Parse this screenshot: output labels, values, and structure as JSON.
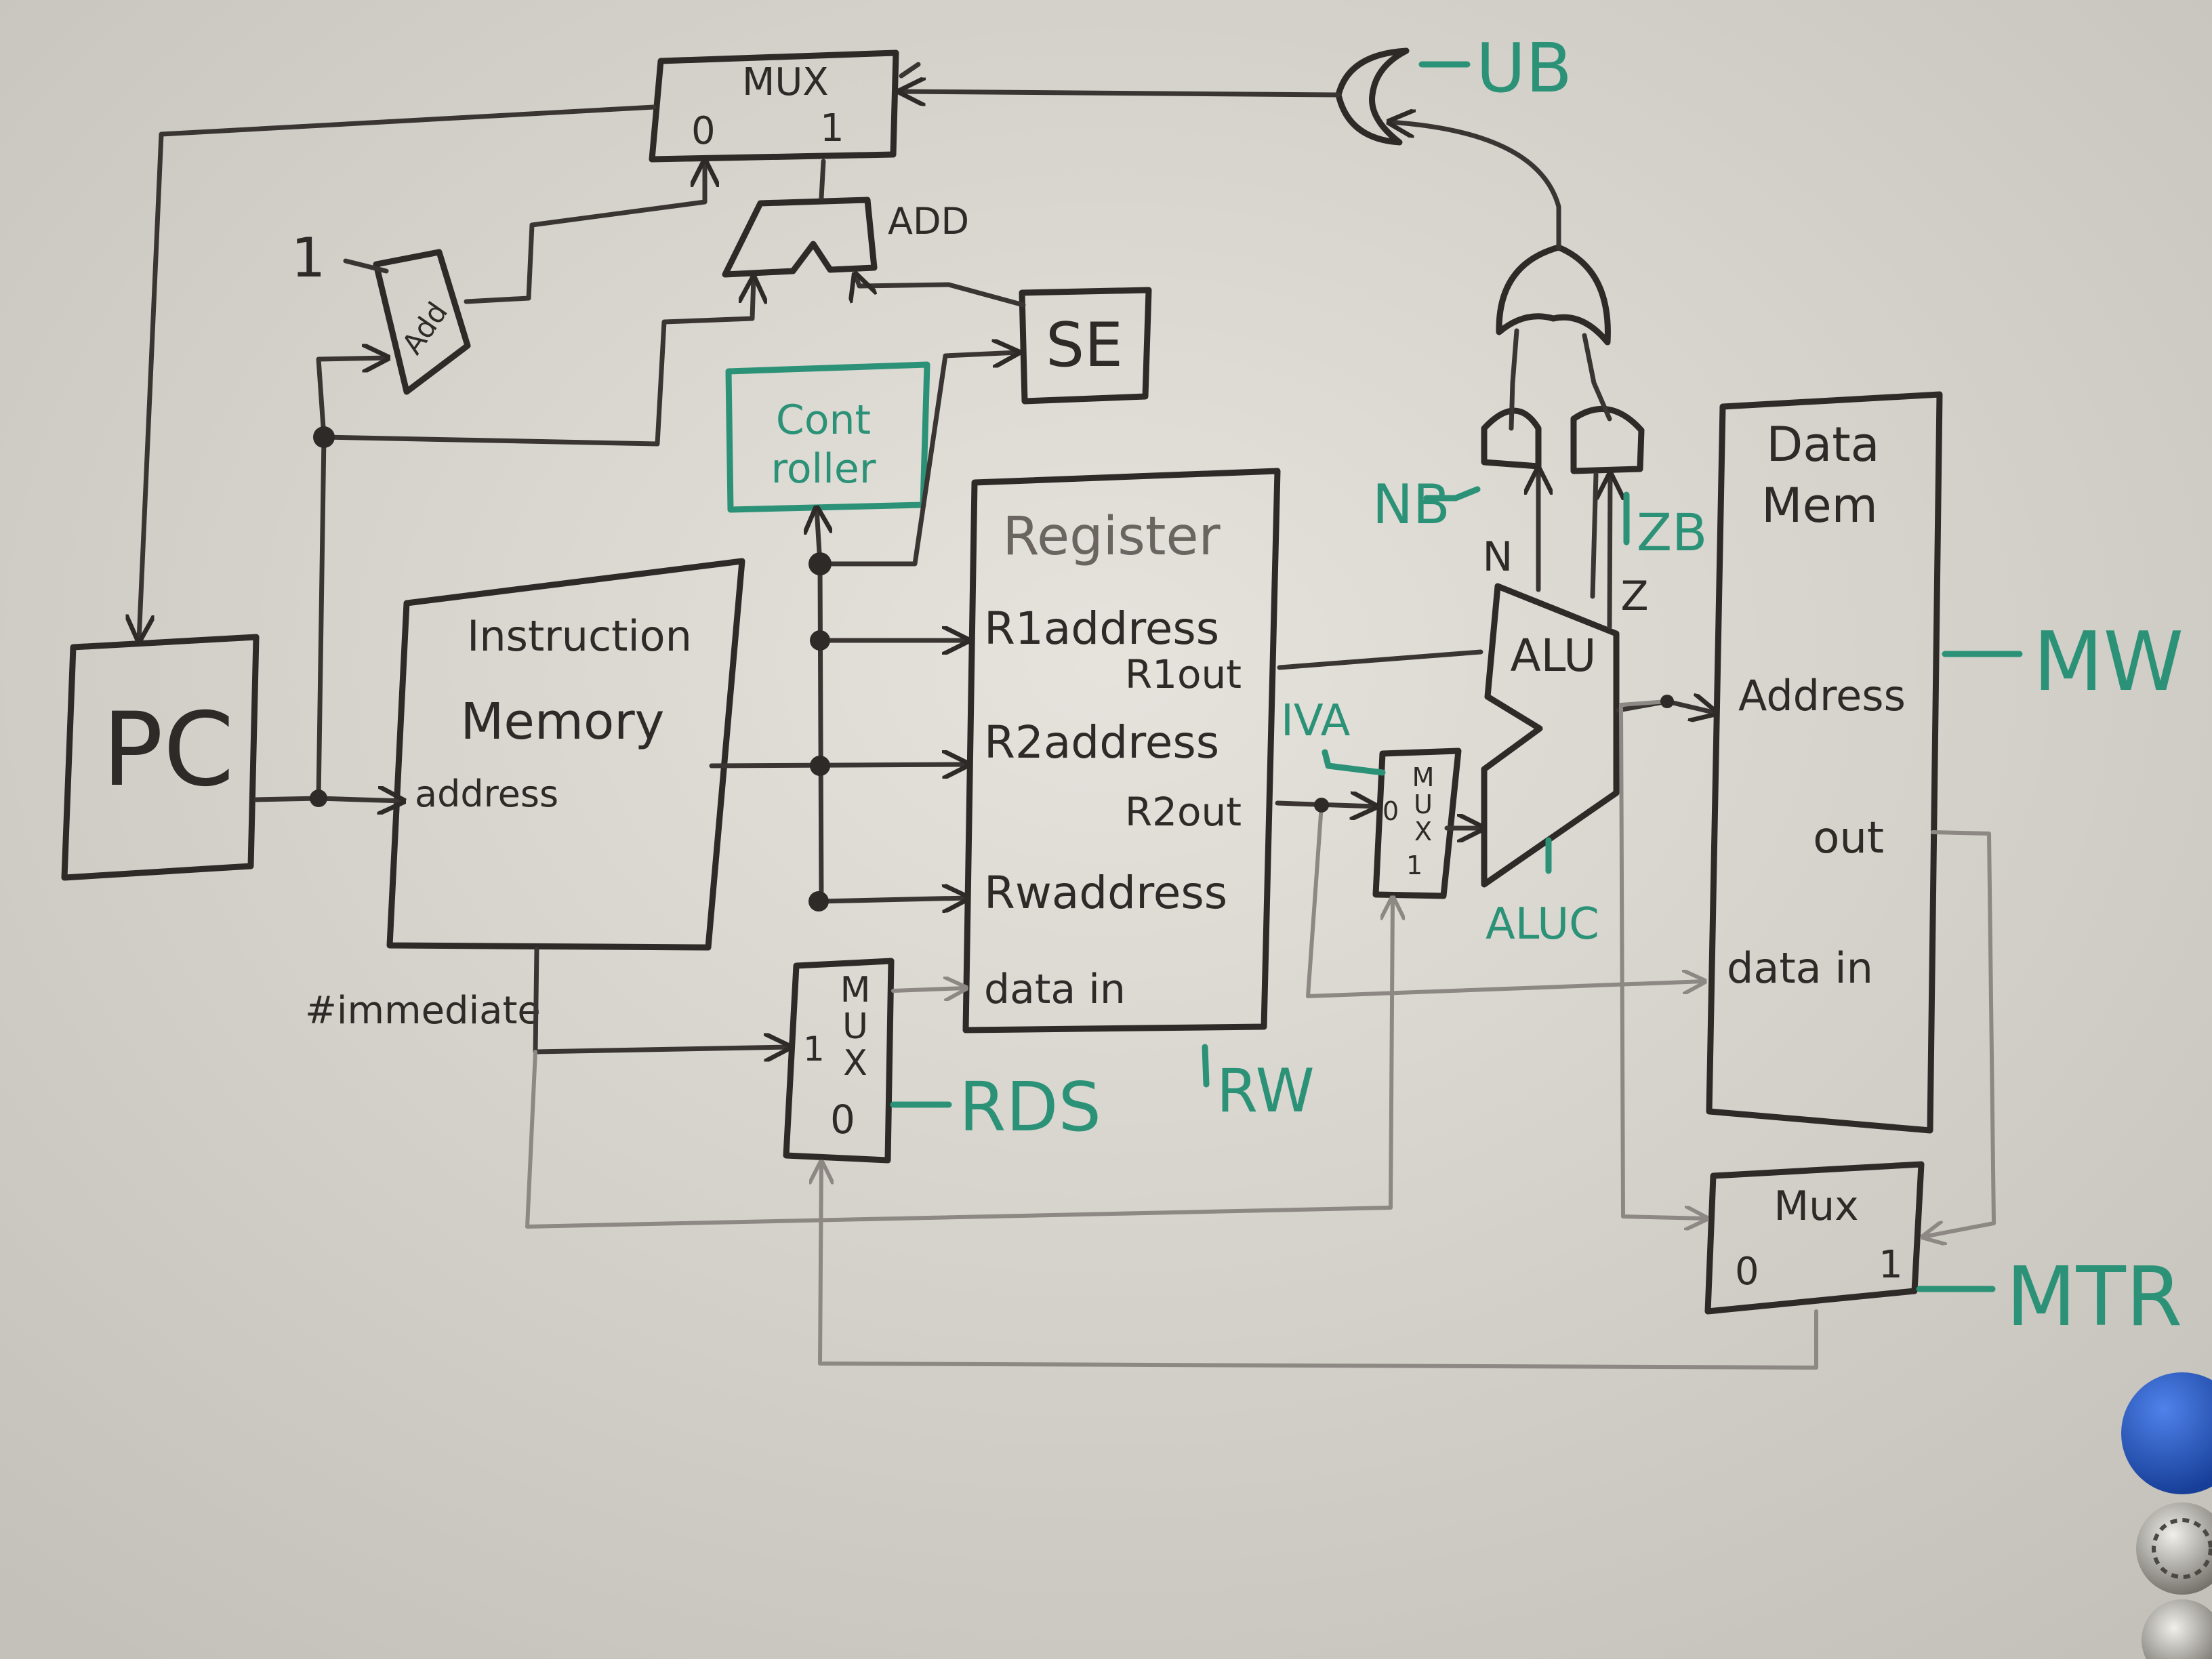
{
  "colors": {
    "board": "#d9d6d0",
    "ink": "#2e2a27",
    "green_marker": "#2c9277",
    "gray_ink": "#8d8883",
    "magnet_blue": "#1d4fb8"
  },
  "blocks": {
    "pc": "PC",
    "instruction_memory": [
      "Instruction",
      "Memory",
      "address"
    ],
    "immediate_label": "#immediate",
    "controller": [
      "Cont",
      "roller"
    ],
    "se": "SE",
    "adder_pc": "Add",
    "adder_pc_input": "1",
    "adder_branch": "ADD",
    "register_title": "Register",
    "register_ports": {
      "r1": "R1address",
      "r2": "R2address",
      "rw": "Rwaddress",
      "datain": "data in",
      "r1out": "R1out",
      "r2out": "R2out"
    },
    "alu": "ALU",
    "alu_flags": {
      "n": "N",
      "z": "Z"
    },
    "data_mem": {
      "title": [
        "Data",
        "Mem"
      ],
      "address": "Address",
      "out": "out",
      "datain": "data in"
    },
    "mux_top": {
      "label": "MUX",
      "in0": "0",
      "in1": "1"
    },
    "mux_reg": {
      "label": [
        "M",
        "U",
        "X"
      ],
      "in1": "1",
      "in0": "0"
    },
    "mux_alu": {
      "label": [
        "M",
        "U",
        "X"
      ],
      "in0": "0",
      "in1": "1"
    },
    "mux_mem": {
      "label": "Mux",
      "in0": "0",
      "in1": "1"
    }
  },
  "signals": {
    "ub": "UB",
    "nb": "NB",
    "zb": "ZB",
    "mw": "MW",
    "mtr": "MTR",
    "rds": "RDS",
    "rw": "RW",
    "iva": "IVA",
    "aluc": "ALUC"
  }
}
